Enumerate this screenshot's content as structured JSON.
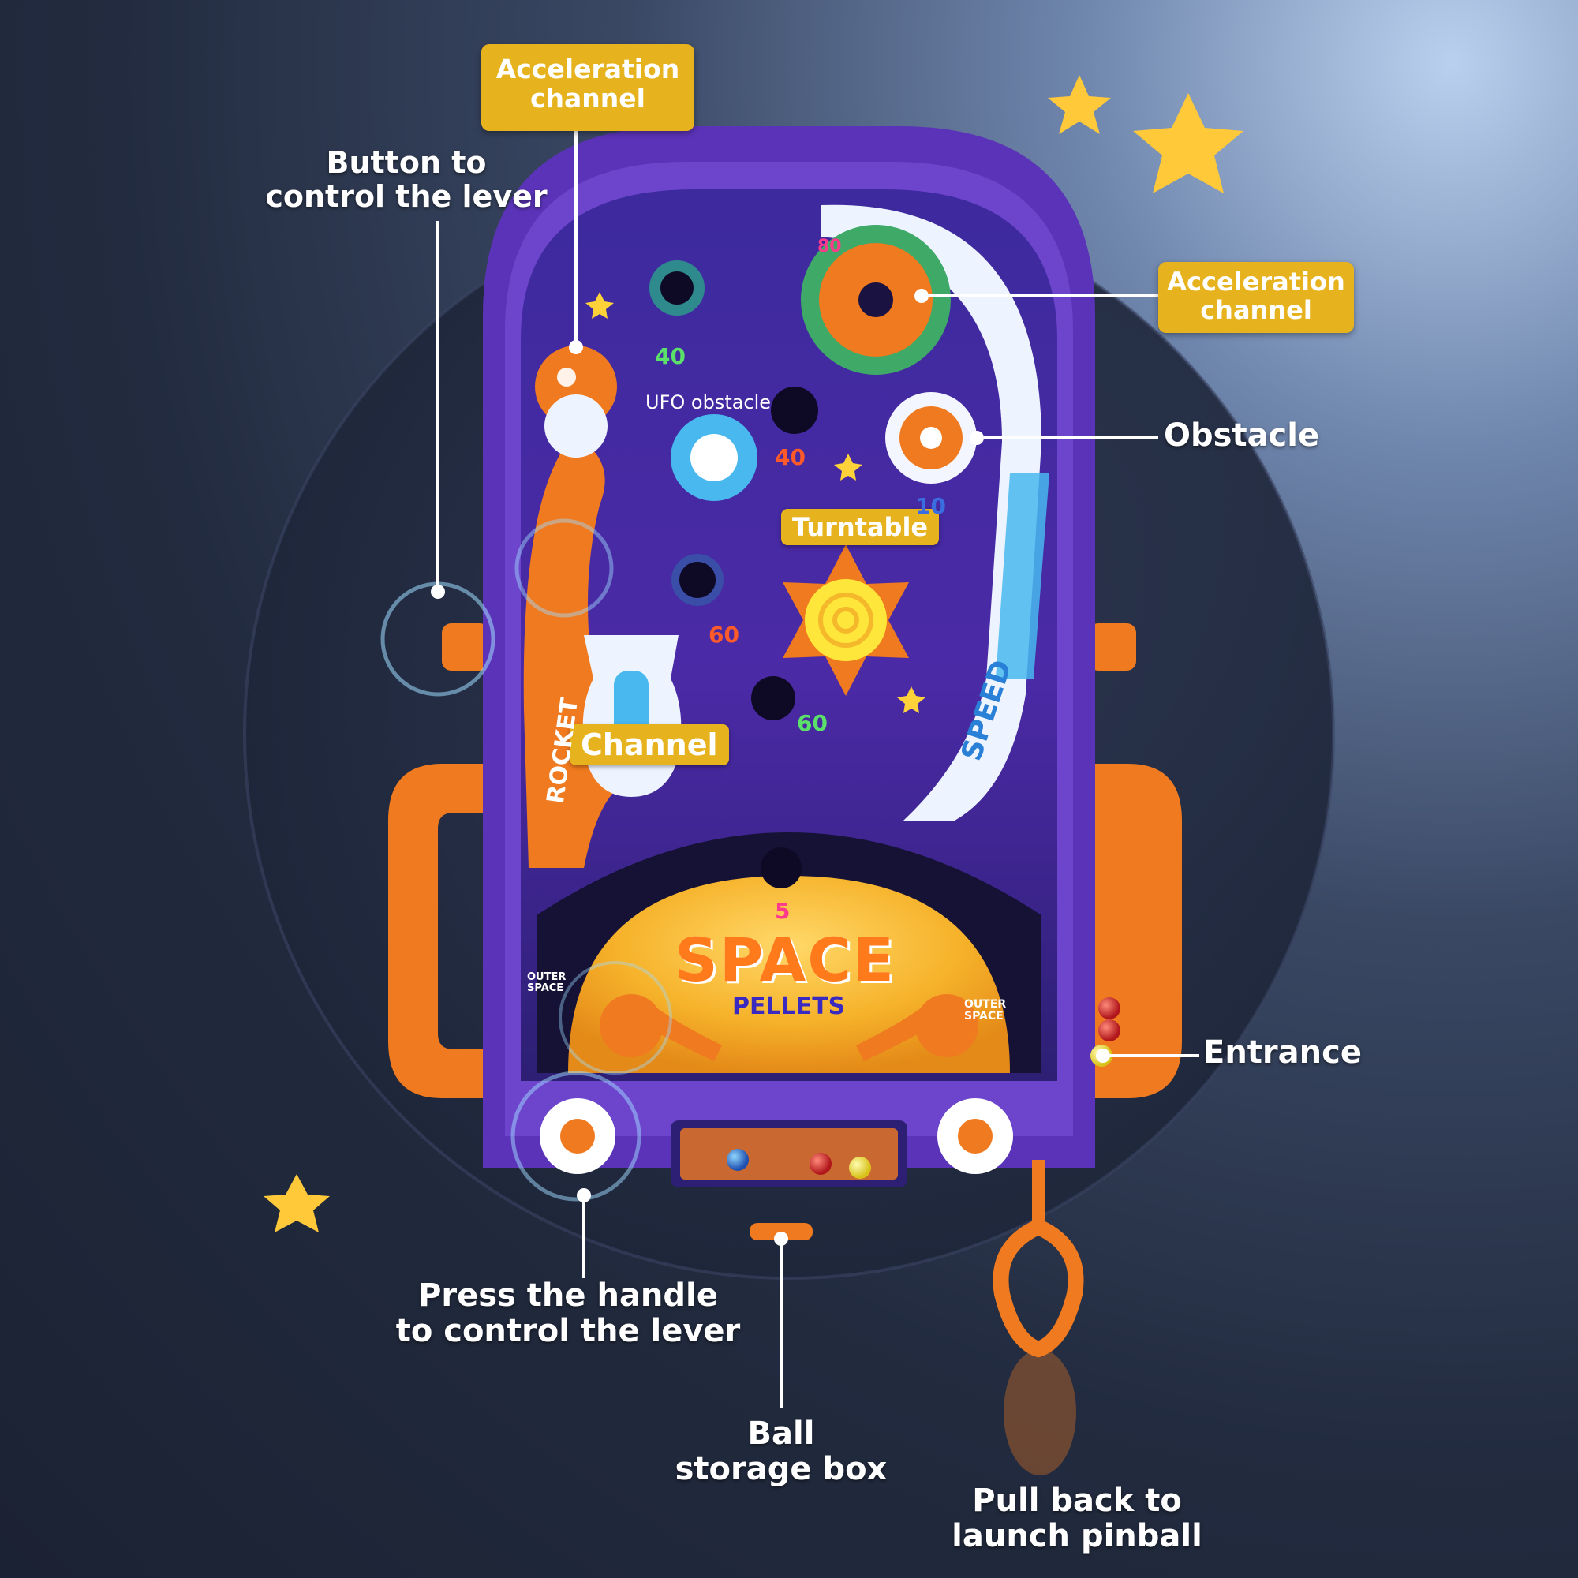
{
  "callouts": {
    "acceleration_top": {
      "line1": "Acceleration",
      "line2": "channel"
    },
    "acceleration_right": {
      "line1": "Acceleration",
      "line2": "channel"
    },
    "button_lever": {
      "line1": "Button to",
      "line2": "control the lever"
    },
    "obstacle": "Obstacle",
    "entrance": "Entrance",
    "press_handle": {
      "line1": "Press the handle",
      "line2": "to control the lever"
    },
    "ball_storage": {
      "line1": "Ball",
      "line2": "storage box"
    },
    "pull_back": {
      "line1": "Pull back to",
      "line2": "launch pinball"
    }
  },
  "board_labels": {
    "ufo_obstacle": "UFO obstacle",
    "turntable": "Turntable",
    "channel": "Channel",
    "rocket": "ROCKET",
    "speed": "SPEED",
    "space": "SPACE",
    "pellets": "PELLETS",
    "outer_space_left": "OUTER SPACE",
    "outer_space_right": "OUTER SPACE"
  },
  "scores": {
    "s80": "80",
    "s40_left": "40",
    "s40_ufo": "40",
    "s10": "10",
    "s60_left": "60",
    "s60_center": "60",
    "s5": "5"
  },
  "colors": {
    "board_purple": "#4b2aa6",
    "frame_purple": "#5b33b8",
    "accent_orange": "#f07a1f",
    "chip_gold": "#e6b31e",
    "planet_yellow": "#f6c23a",
    "star_yellow": "#ffc93a"
  }
}
